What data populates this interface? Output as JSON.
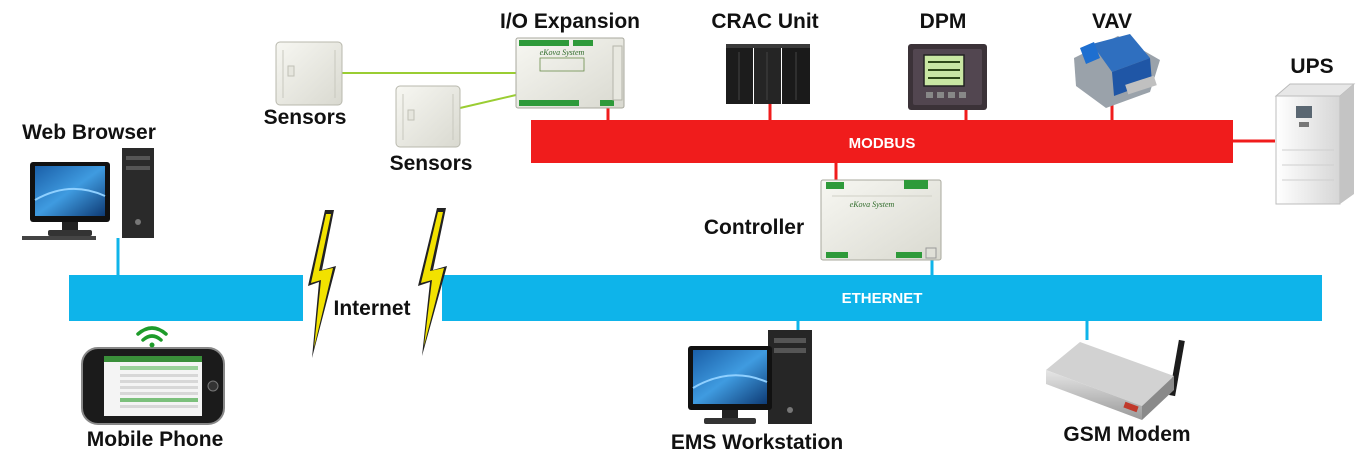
{
  "buses": {
    "modbus": {
      "label": "MODBUS",
      "color": "#f01c1c"
    },
    "ethernet": {
      "label": "ETHERNET",
      "color": "#0eb4ea"
    },
    "sensor_link_color": "#9acd32"
  },
  "devices": {
    "io_expansion": {
      "label": "I/O Expansion",
      "brand": "eKova System"
    },
    "crac_unit": {
      "label": "CRAC Unit"
    },
    "dpm": {
      "label": "DPM"
    },
    "vav": {
      "label": "VAV"
    },
    "ups": {
      "label": "UPS"
    },
    "sensors_1": {
      "label": "Sensors"
    },
    "sensors_2": {
      "label": "Sensors"
    },
    "web_browser": {
      "label": "Web Browser"
    },
    "controller": {
      "label": "Controller",
      "brand": "eKova System"
    },
    "mobile_phone": {
      "label": "Mobile Phone"
    },
    "ems_workstation": {
      "label": "EMS Workstation"
    },
    "gsm_modem": {
      "label": "GSM Modem"
    },
    "internet": {
      "label": "Internet"
    }
  },
  "icons": [
    "lightning-icon",
    "wifi-icon"
  ]
}
